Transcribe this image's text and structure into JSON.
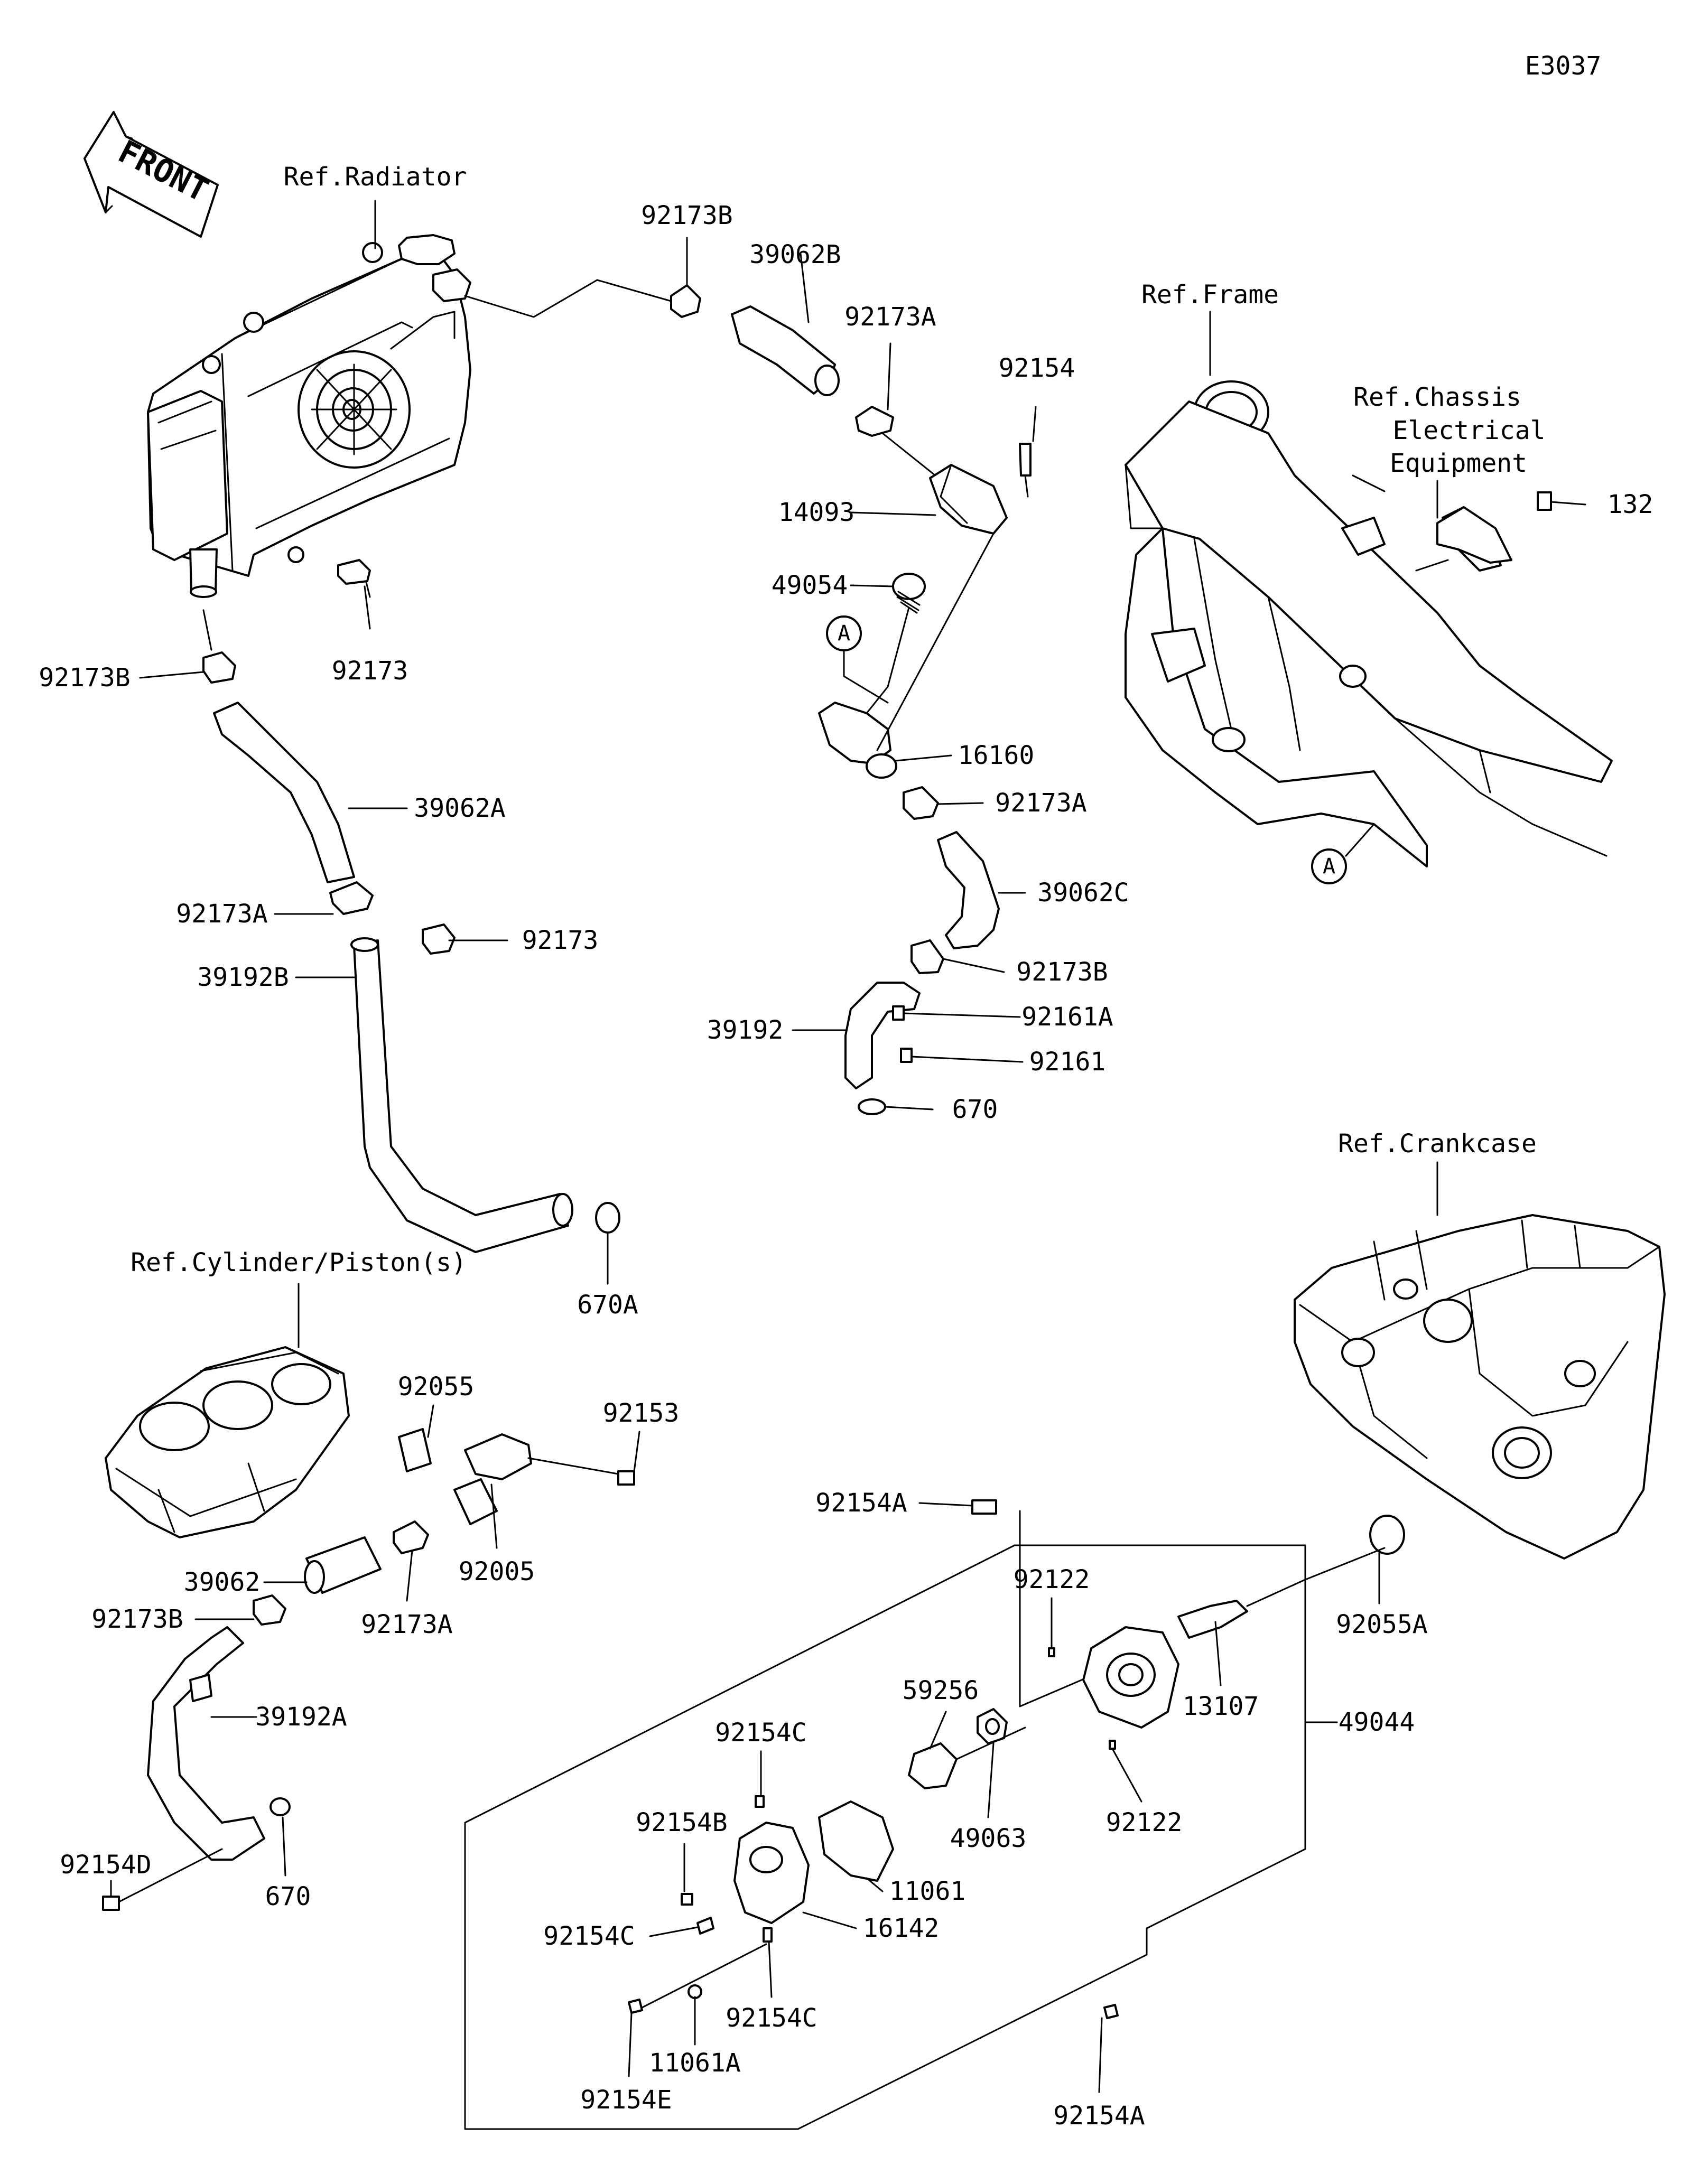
{
  "diagram_code": "E3037",
  "front_arrow": "FRONT",
  "refs": {
    "radiator": "Ref.Radiator",
    "frame": "Ref.Frame",
    "chassis": [
      "Ref.Chassis",
      "Electrical",
      "Equipment"
    ],
    "cylinder": "Ref.Cylinder/Piston(s)",
    "crankcase": "Ref.Crankcase"
  },
  "callout_letter": "A",
  "parts": {
    "p92173B_top": "92173B",
    "p39062B": "39062B",
    "p92173A_ts": "92173A",
    "p92154_top": "92154",
    "p14093": "14093",
    "p49054": "49054",
    "p16160": "16160",
    "p92173A_mid": "92173A",
    "p39062C": "39062C",
    "p92173B_mid": "92173B",
    "p39192": "39192",
    "p92161A": "92161A",
    "p92161": "92161",
    "p670_mid": "670",
    "p132": "132",
    "p92173B_left": "92173B",
    "p92173_rad": "92173",
    "p39062A": "39062A",
    "p92173A_left": "92173A",
    "p92173_pipe": "92173",
    "p39192B": "39192B",
    "p670A": "670A",
    "p92055": "92055",
    "p92153": "92153",
    "p39062": "39062",
    "p92005": "92005",
    "p92173B_low": "92173B",
    "p92173A_low": "92173A",
    "p39192A": "39192A",
    "p92154D": "92154D",
    "p670_low": "670",
    "p92154A_top": "92154A",
    "p92122_top": "92122",
    "p92055A": "92055A",
    "p13107": "13107",
    "p49044": "49044",
    "p59256": "59256",
    "p92154C_top": "92154C",
    "p92154B": "92154B",
    "p49063": "49063",
    "p92122_low": "92122",
    "p11061": "11061",
    "p16142": "16142",
    "p92154C_mid": "92154C",
    "p92154C_low": "92154C",
    "p11061A": "11061A",
    "p92154E": "92154E",
    "p92154A_low": "92154A"
  }
}
